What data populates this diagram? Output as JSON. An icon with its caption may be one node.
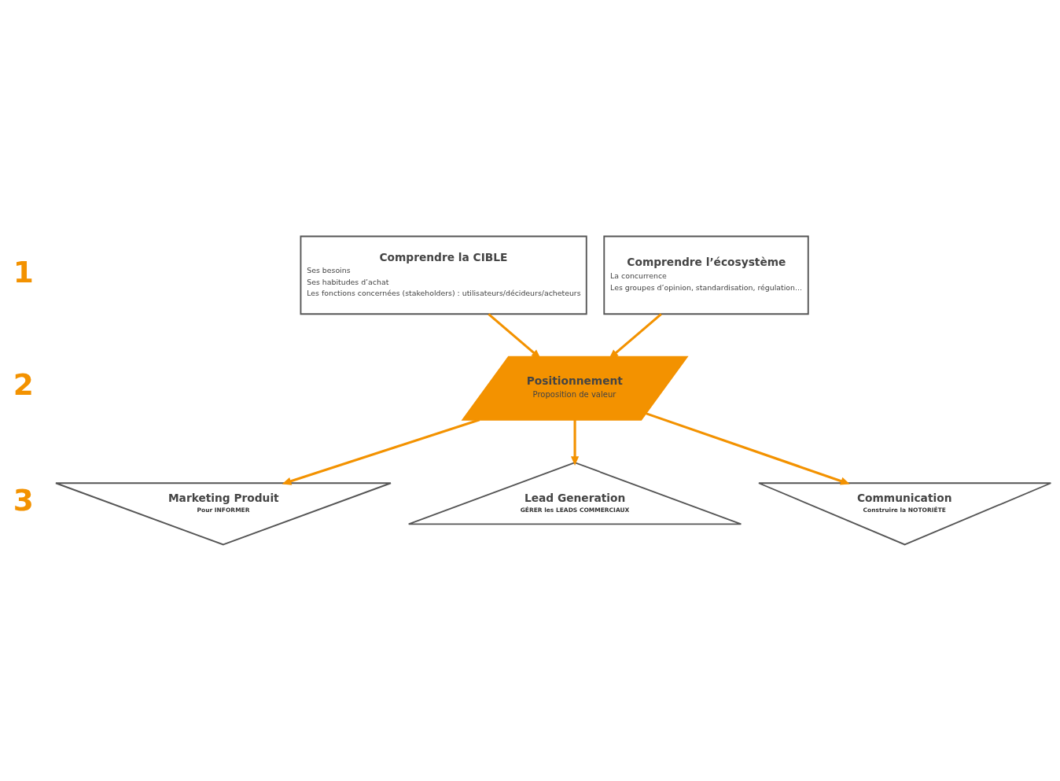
{
  "diagram": {
    "nodes": [
      {
        "text": [
          "Comprendre la CIBLE",
          "Ses besoins",
          "Ses habitudes d’achat",
          "Les fonctions concernées (stakeholders) : utilisateurs/décideurs/acheteurs"
        ]
      },
      {
        "text": [
          "Comprendre l’écosystème",
          "La concurrence",
          "Les groupes d’opinion, standardisation, régulation..."
        ]
      },
      {
        "text": [
          "Positionnement",
          "Proposition de valeur"
        ]
      },
      {
        "text": [
          "Marketing Produit",
          "Pour INFORMER"
        ]
      },
      {
        "text": [
          "Lead Generation",
          "GÉRER les LEADS COMMERCIAUX"
        ]
      },
      {
        "text": [
          "Communication",
          "Construire la NOTORIÉTE"
        ]
      }
    ],
    "edges": [
      {
        "from": 0,
        "to": 2,
        "arrow": "to"
      },
      {
        "from": 1,
        "to": 2,
        "arrow": "to"
      },
      {
        "from": 2,
        "to": 3,
        "arrow": "to"
      },
      {
        "from": 2,
        "to": 4,
        "arrow": "to"
      },
      {
        "from": 2,
        "to": 5,
        "arrow": "to"
      }
    ],
    "labels": [
      "1",
      "2",
      "3"
    ]
  }
}
